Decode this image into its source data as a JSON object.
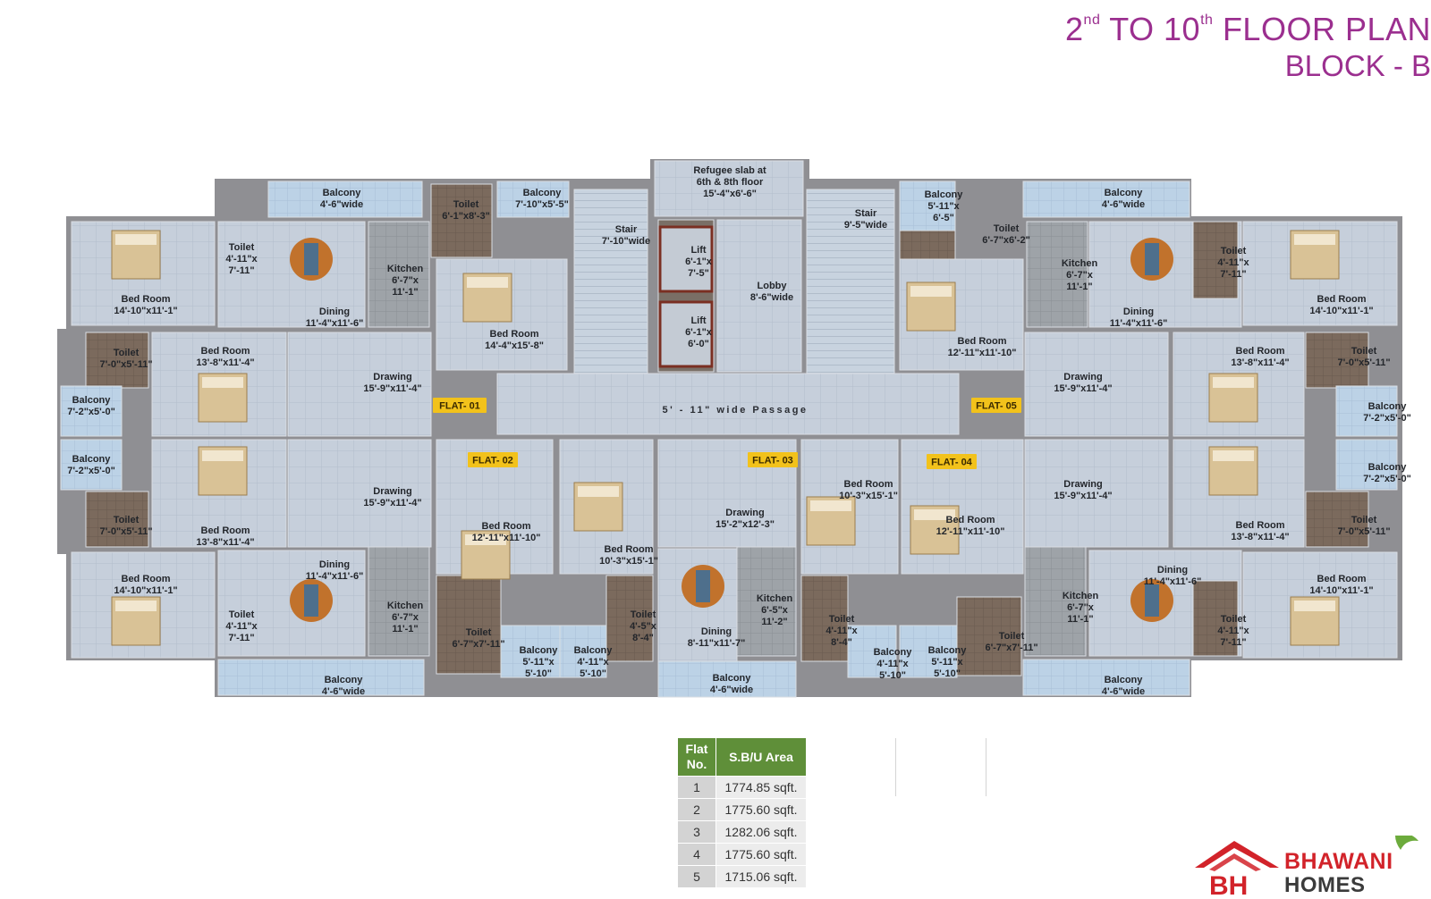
{
  "title": {
    "prefix": "2",
    "sup1": "nd",
    "mid": " TO 10",
    "sup2": "th",
    "suffix": " FLOOR PLAN",
    "block": "BLOCK - B"
  },
  "rooms": [
    {
      "name": "Balcony",
      "dim": "4'-6\"wide"
    },
    {
      "name": "Toilet",
      "dim": "6'-1\"x8'-3\""
    },
    {
      "name": "Balcony",
      "dim": "7'-10\"x5'-5\""
    },
    {
      "name": "Refugee slab at",
      "dim": "6th & 8th floor",
      "dim2": "15'-4\"x6'-6\""
    },
    {
      "name": "Balcony",
      "dim": "5'-11\"x",
      "dim2": "6'-5\""
    },
    {
      "name": "Balcony",
      "dim": "4'-6\"wide"
    },
    {
      "name": "Toilet",
      "dim": "6'-7\"x6'-2\""
    },
    {
      "name": "Stair",
      "dim": "7'-10\"wide"
    },
    {
      "name": "Stair",
      "dim": "9'-5\"wide"
    },
    {
      "name": "Toilet",
      "dim": "4'-11\"x",
      "dim2": "7'-11\""
    },
    {
      "name": "Kitchen",
      "dim": "6'-7\"x",
      "dim2": "11'-1\""
    },
    {
      "name": "Lift",
      "dim": "6'-1\"x",
      "dim2": "7'-5\""
    },
    {
      "name": "Lobby",
      "dim": "8'-6\"wide"
    },
    {
      "name": "Kitchen",
      "dim": "6'-7\"x",
      "dim2": "11'-1\""
    },
    {
      "name": "Toilet",
      "dim": "4'-11\"x",
      "dim2": "7'-11\""
    },
    {
      "name": "Bed Room",
      "dim": "14'-10\"x11'-1\""
    },
    {
      "name": "Dining",
      "dim": "11'-4\"x11'-6\""
    },
    {
      "name": "Lift",
      "dim": "6'-1\"x",
      "dim2": "6'-0\""
    },
    {
      "name": "Dining",
      "dim": "11'-4\"x11'-6\""
    },
    {
      "name": "Bed Room",
      "dim": "14'-10\"x11'-1\""
    },
    {
      "name": "Bed Room",
      "dim": "14'-4\"x15'-8\""
    },
    {
      "name": "Bed Room",
      "dim": "12'-11\"x11'-10\""
    },
    {
      "name": "Toilet",
      "dim": "7'-0\"x5'-11\""
    },
    {
      "name": "Bed Room",
      "dim": "13'-8\"x11'-4\""
    },
    {
      "name": "Bed Room",
      "dim": "13'-8\"x11'-4\""
    },
    {
      "name": "Toilet",
      "dim": "7'-0\"x5'-11\""
    },
    {
      "name": "Drawing",
      "dim": "15'-9\"x11'-4\""
    },
    {
      "name": "Drawing",
      "dim": "15'-9\"x11'-4\""
    },
    {
      "name": "Balcony",
      "dim": "7'-2\"x5'-0\""
    },
    {
      "name": "Balcony",
      "dim": "7'-2\"x5'-0\""
    },
    {
      "name": "Balcony",
      "dim": "7'-2\"x5'-0\""
    },
    {
      "name": "Balcony",
      "dim": "7'-2\"x5'-0\""
    },
    {
      "name": "Bed Room",
      "dim": "10'-3\"x15'-1\""
    },
    {
      "name": "Drawing",
      "dim": "15'-9\"x11'-4\""
    },
    {
      "name": "Drawing",
      "dim": "15'-9\"x11'-4\""
    },
    {
      "name": "Drawing",
      "dim": "15'-2\"x12'-3\""
    },
    {
      "name": "Toilet",
      "dim": "7'-0\"x5'-11\""
    },
    {
      "name": "Bed Room",
      "dim": "13'-8\"x11'-4\""
    },
    {
      "name": "Bed Room",
      "dim": "12'-11\"x11'-10\""
    },
    {
      "name": "Bed Room",
      "dim": "12'-11\"x11'-10\""
    },
    {
      "name": "Bed Room",
      "dim": "13'-8\"x11'-4\""
    },
    {
      "name": "Toilet",
      "dim": "7'-0\"x5'-11\""
    },
    {
      "name": "Bed Room",
      "dim": "10'-3\"x15'-1\""
    },
    {
      "name": "Dining",
      "dim": "11'-4\"x11'-6\""
    },
    {
      "name": "Dining",
      "dim": "11'-4\"x11'-6\""
    },
    {
      "name": "Bed Room",
      "dim": "14'-10\"x11'-1\""
    },
    {
      "name": "Bed Room",
      "dim": "14'-10\"x11'-1\""
    },
    {
      "name": "Kitchen",
      "dim": "6'-5\"x",
      "dim2": "11'-2\""
    },
    {
      "name": "Kitchen",
      "dim": "6'-7\"x",
      "dim2": "11'-1\""
    },
    {
      "name": "Kitchen",
      "dim": "6'-7\"x",
      "dim2": "11'-1\""
    },
    {
      "name": "Toilet",
      "dim": "4'-11\"x",
      "dim2": "7'-11\""
    },
    {
      "name": "Toilet",
      "dim": "4'-11\"x",
      "dim2": "7'-11\""
    },
    {
      "name": "Toilet",
      "dim": "4'-5\"x",
      "dim2": "8'-4\""
    },
    {
      "name": "Toilet",
      "dim": "4'-11\"x",
      "dim2": "8'-4\""
    },
    {
      "name": "Toilet",
      "dim": "6'-7\"x7'-11\""
    },
    {
      "name": "Toilet",
      "dim": "6'-7\"x7'-11\""
    },
    {
      "name": "Dining",
      "dim": "8'-11\"x11'-7\""
    },
    {
      "name": "Balcony",
      "dim": "5'-11\"x",
      "dim2": "5'-10\""
    },
    {
      "name": "Balcony",
      "dim": "4'-11\"x",
      "dim2": "5'-10\""
    },
    {
      "name": "Balcony",
      "dim": "4'-11\"x",
      "dim2": "5'-10\""
    },
    {
      "name": "Balcony",
      "dim": "5'-11\"x",
      "dim2": "5'-10\""
    },
    {
      "name": "Balcony",
      "dim": "4'-6\"wide"
    },
    {
      "name": "Balcony",
      "dim": "4'-6\"wide"
    },
    {
      "name": "Balcony",
      "dim": "4'-6\"wide"
    }
  ],
  "flats": [
    "FLAT- 01",
    "FLAT- 02",
    "FLAT- 03",
    "FLAT- 04",
    "FLAT- 05"
  ],
  "passage": "5' - 11\" wide Passage",
  "area_table": {
    "headers": [
      "Flat No.",
      "S.B/U Area"
    ],
    "rows": [
      [
        "1",
        "1774.85 sqft."
      ],
      [
        "2",
        "1775.60 sqft."
      ],
      [
        "3",
        "1282.06 sqft."
      ],
      [
        "4",
        "1775.60 sqft."
      ],
      [
        "5",
        "1715.06 sqft."
      ]
    ]
  },
  "brand": {
    "name1": "BHAWANI",
    "name2": "HOMES",
    "colors": {
      "red": "#d2232a",
      "green": "#6cab3c",
      "title": "#9b2f8f"
    }
  }
}
